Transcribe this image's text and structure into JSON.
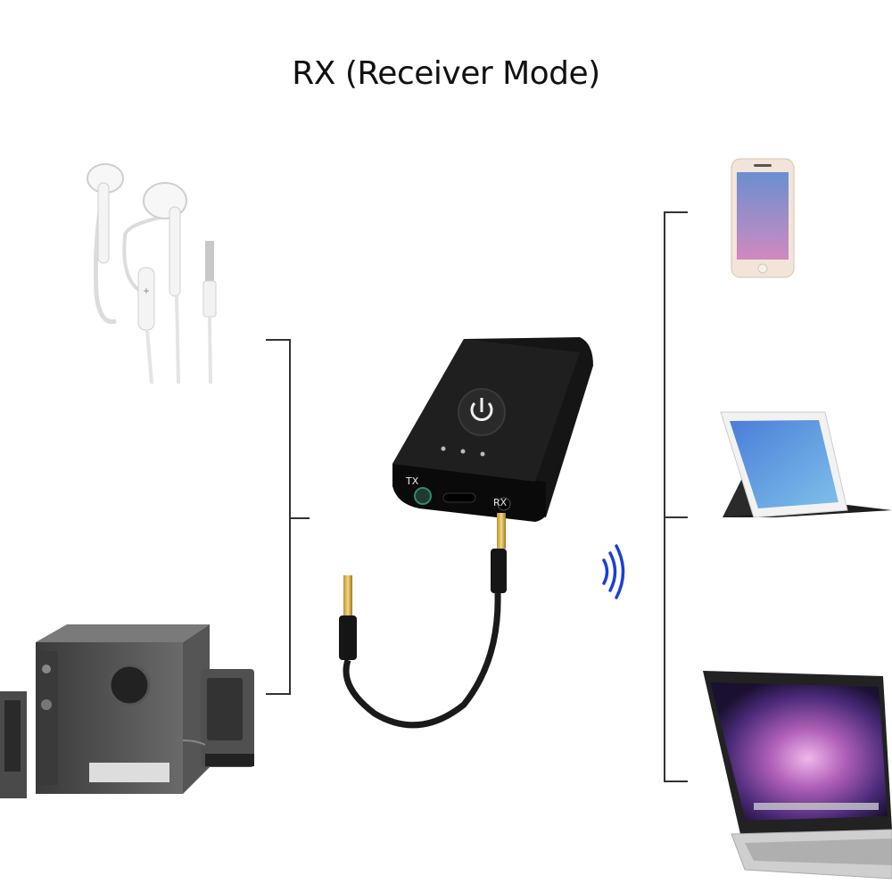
{
  "title": "RX (Receiver Mode)",
  "device": {
    "port_left_label": "TX",
    "port_right_label": "RX",
    "power_icon": "power-icon",
    "indicator_led_count": 3
  },
  "icons": {
    "earphones": "earphones-icon",
    "speakers": "speaker-system-icon",
    "phone": "smartphone-icon",
    "tablet": "tablet-icon",
    "laptop": "laptop-icon",
    "wireless": "wireless-signal-icon",
    "cable": "aux-cable-icon"
  },
  "colors": {
    "device_body": "#141414",
    "signal": "#1a3fd6",
    "bracket": "#333333"
  }
}
